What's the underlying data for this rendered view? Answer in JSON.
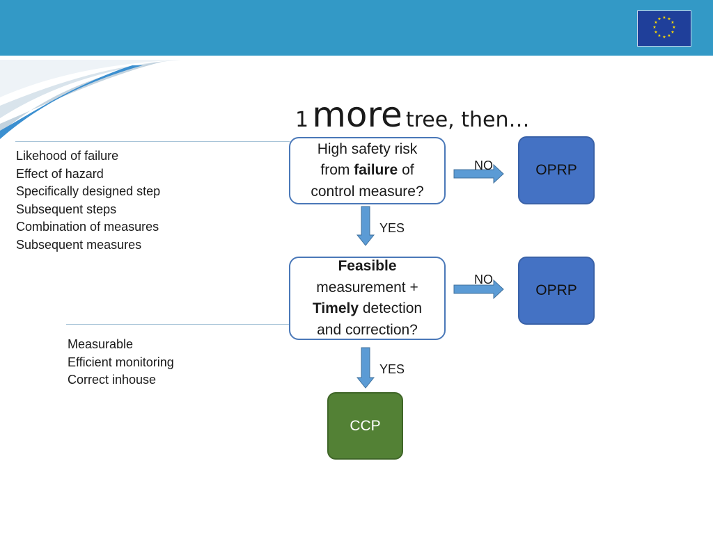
{
  "title": {
    "prefix": "1",
    "emphasis": "more",
    "suffix": "tree, then…"
  },
  "notes_top": [
    "Likehood of failure",
    "Effect of hazard",
    "Specifically designed step",
    "Subsequent steps",
    "Combination of measures",
    "Subsequent measures"
  ],
  "notes_bottom": [
    "Measurable",
    "Efficient monitoring",
    "Correct inhouse"
  ],
  "decision1": {
    "line1": "High safety risk",
    "line2_pre": "from ",
    "line2_bold": "failure",
    "line2_post": " of",
    "line3": "control measure?"
  },
  "decision2": {
    "line1_bold": "Feasible",
    "line2": "measurement +",
    "line3_bold": "Timely",
    "line3_post": " detection",
    "line4": "and correction?"
  },
  "edges": {
    "no1": "NO",
    "no2": "NO",
    "yes1": "YES",
    "yes2": "YES"
  },
  "outcomes": {
    "oprp1": "OPRP",
    "oprp2": "OPRP",
    "ccp": "CCP"
  },
  "colors": {
    "header": "#3399c6",
    "arrow": "#5b9bd5",
    "oprp": "#4472c4",
    "ccp": "#538135",
    "box_border": "#4a78b8"
  },
  "icons": {
    "logo": "eu-flag-icon"
  }
}
